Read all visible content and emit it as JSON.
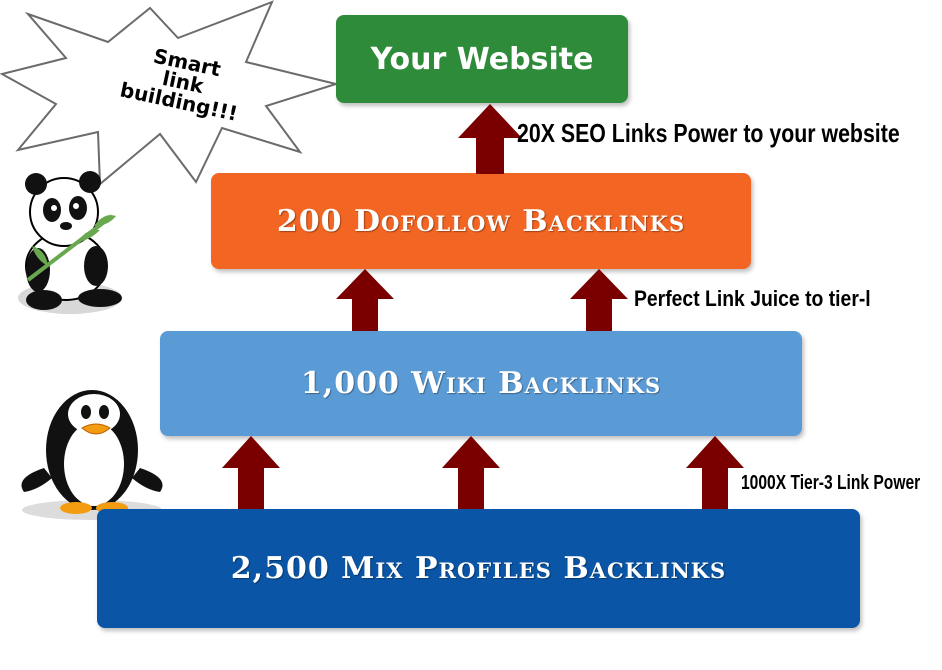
{
  "burst": {
    "line1": "Smart",
    "line2": "link building!!!"
  },
  "boxes": {
    "website": "Your Website",
    "dofollow": "200 Dofollow Backlinks",
    "wiki": "1,000 Wiki Backlinks",
    "profiles": "2,500 Mix Profiles Backlinks"
  },
  "captions": {
    "tier1": "20X SEO Links Power to your website",
    "tier2": "Perfect Link Juice to tier-l",
    "tier3": "1000X Tier-3 Link Power"
  },
  "colors": {
    "website": "#2e8b3a",
    "dofollow": "#f26522",
    "wiki": "#5b9bd5",
    "profiles": "#0a55a6",
    "arrow": "#7a0000"
  },
  "icons": [
    "starburst-icon",
    "panda-icon",
    "penguin-icon",
    "up-arrow-icon"
  ]
}
